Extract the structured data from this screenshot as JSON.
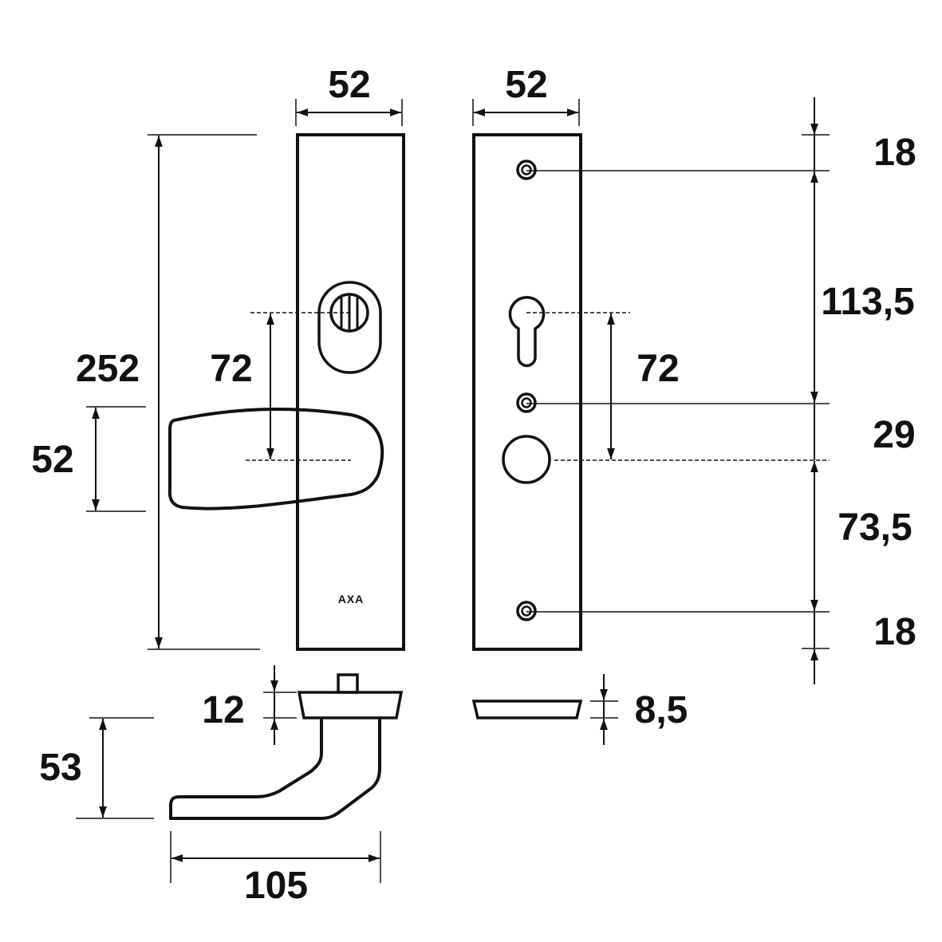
{
  "dimensions": {
    "width_left_plate": "52",
    "width_right_plate": "52",
    "plate_height": "252",
    "knob_height": "52",
    "center_distance_left": "72",
    "center_distance_right": "72",
    "top_to_screw": "18",
    "screw_to_screw": "113,5",
    "screw_to_knob_center": "29",
    "knob_center_to_screw": "73,5",
    "screw_to_bottom": "18",
    "rose_height": "12",
    "handle_height": "53",
    "handle_length": "105",
    "plate_thickness": "8,5"
  },
  "brand": "AXA",
  "colors": {
    "line": "#111111",
    "background": "#ffffff"
  }
}
